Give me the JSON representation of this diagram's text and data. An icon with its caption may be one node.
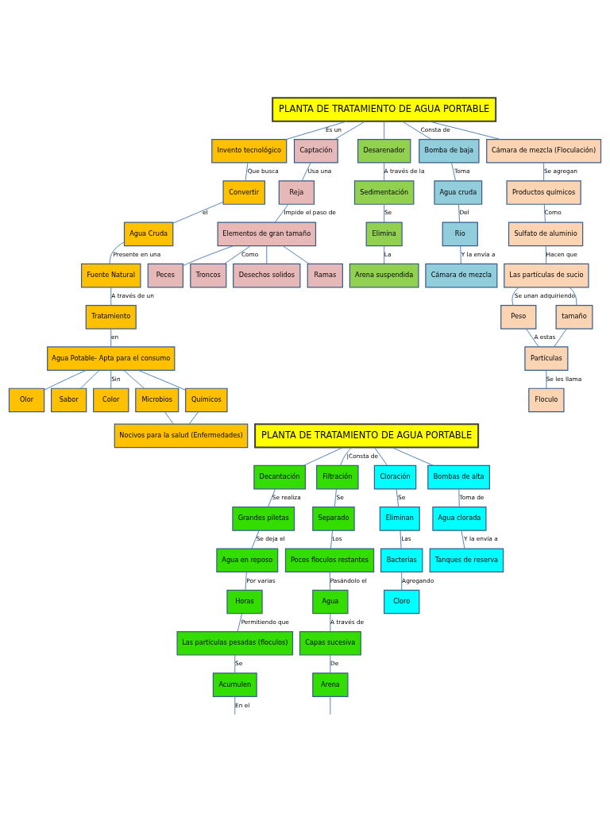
{
  "diagram": {
    "nodes": [
      {
        "text": [
          "PLANTA DE TRATAMIENTO DE AGUA PORTABLE"
        ]
      },
      {
        "text": [
          "Invento tecnológico"
        ]
      },
      {
        "text": [
          "Convertir"
        ]
      },
      {
        "text": [
          "Agua Cruda"
        ]
      },
      {
        "text": [
          "Fuente Natural"
        ]
      },
      {
        "text": [
          "Tratamiento"
        ]
      },
      {
        "text": [
          "Agua Potable- Apta para el consumo"
        ]
      },
      {
        "text": [
          "Olor"
        ]
      },
      {
        "text": [
          "Sabor"
        ]
      },
      {
        "text": [
          "Color"
        ]
      },
      {
        "text": [
          "Microbios"
        ]
      },
      {
        "text": [
          "Químicos"
        ]
      },
      {
        "text": [
          "Nocivos para la salud (Enfermedades)"
        ]
      },
      {
        "text": [
          "Captación"
        ]
      },
      {
        "text": [
          "Reja"
        ]
      },
      {
        "text": [
          "Elementos de gran tamaño"
        ]
      },
      {
        "text": [
          "Peces"
        ]
      },
      {
        "text": [
          "Troncos"
        ]
      },
      {
        "text": [
          "Desechos solidos"
        ]
      },
      {
        "text": [
          "Ramas"
        ]
      },
      {
        "text": [
          "Desarenador"
        ]
      },
      {
        "text": [
          "Sedimentación"
        ]
      },
      {
        "text": [
          "Elimina"
        ]
      },
      {
        "text": [
          "Arena suspendida"
        ]
      },
      {
        "text": [
          "Bomba de baja"
        ]
      },
      {
        "text": [
          "Agua cruda"
        ]
      },
      {
        "text": [
          "Rio"
        ]
      },
      {
        "text": [
          "Cámara de mezcla"
        ]
      },
      {
        "text": [
          "Cámara de mezcla (Floculación)"
        ]
      },
      {
        "text": [
          "Productos químicos"
        ]
      },
      {
        "text": [
          "Sulfato de aluminio"
        ]
      },
      {
        "text": [
          "Las partículas de sucio"
        ]
      },
      {
        "text": [
          "Peso"
        ]
      },
      {
        "text": [
          "tamaño"
        ]
      },
      {
        "text": [
          "Partículas"
        ]
      },
      {
        "text": [
          "Floculo"
        ]
      },
      {
        "text": [
          "PLANTA DE TRATAMIENTO DE AGUA PORTABLE"
        ]
      },
      {
        "text": [
          "Decantación"
        ]
      },
      {
        "text": [
          "Grandes piletas"
        ]
      },
      {
        "text": [
          "Agua en reposo"
        ]
      },
      {
        "text": [
          "Horas"
        ]
      },
      {
        "text": [
          "Las partículas pesadas (floculos)"
        ]
      },
      {
        "text": [
          "Acumulen"
        ]
      },
      {
        "text": [
          "Filtración"
        ]
      },
      {
        "text": [
          "Separado"
        ]
      },
      {
        "text": [
          "Pocos floculos restantes"
        ]
      },
      {
        "text": [
          "Agua"
        ]
      },
      {
        "text": [
          "Capas sucesiva"
        ]
      },
      {
        "text": [
          "Arena"
        ]
      },
      {
        "text": [
          "Cloración"
        ]
      },
      {
        "text": [
          "Eliminan"
        ]
      },
      {
        "text": [
          "Bacterias"
        ]
      },
      {
        "text": [
          "Cloro"
        ]
      },
      {
        "text": [
          "Bombas de alta"
        ]
      },
      {
        "text": [
          "Agua clorada"
        ]
      },
      {
        "text": [
          "Tanques de reserva"
        ]
      }
    ],
    "edges": [
      {
        "from": 0,
        "to": 1,
        "arrow": "none",
        "label": "Es un"
      },
      {
        "from": 1,
        "to": 2,
        "arrow": "none",
        "label": "Que busca"
      },
      {
        "from": 2,
        "to": 3,
        "arrow": "none",
        "label": "el"
      },
      {
        "from": 3,
        "to": 4,
        "arrow": "none",
        "label": "Presente en una"
      },
      {
        "from": 4,
        "to": 5,
        "arrow": "none",
        "label": "A través de un"
      },
      {
        "from": 5,
        "to": 6,
        "arrow": "none",
        "label": "en"
      },
      {
        "from": 6,
        "to": 7,
        "arrow": "none"
      },
      {
        "from": 6,
        "to": 8,
        "arrow": "none"
      },
      {
        "from": 6,
        "to": 9,
        "arrow": "none",
        "label": "Sin"
      },
      {
        "from": 6,
        "to": 10,
        "arrow": "none"
      },
      {
        "from": 6,
        "to": 11,
        "arrow": "none"
      },
      {
        "from": 10,
        "to": 12,
        "arrow": "none"
      },
      {
        "from": 11,
        "to": 12,
        "arrow": "none"
      },
      {
        "from": 0,
        "to": 13,
        "arrow": "none"
      },
      {
        "from": 0,
        "to": 20,
        "arrow": "none"
      },
      {
        "from": 0,
        "to": 24,
        "arrow": "none",
        "label": "Consta de"
      },
      {
        "from": 0,
        "to": 28,
        "arrow": "none"
      },
      {
        "from": 13,
        "to": 14,
        "arrow": "none",
        "label": "Usa una"
      },
      {
        "from": 14,
        "to": 15,
        "arrow": "none",
        "label": "Impide el paso de"
      },
      {
        "from": 15,
        "to": 16,
        "arrow": "none"
      },
      {
        "from": 15,
        "to": 17,
        "arrow": "none",
        "label": "Como"
      },
      {
        "from": 15,
        "to": 18,
        "arrow": "none"
      },
      {
        "from": 15,
        "to": 19,
        "arrow": "none"
      },
      {
        "from": 20,
        "to": 21,
        "arrow": "none",
        "label": "A través de la"
      },
      {
        "from": 21,
        "to": 22,
        "arrow": "none",
        "label": "Se"
      },
      {
        "from": 22,
        "to": 23,
        "arrow": "none",
        "label": "La"
      },
      {
        "from": 24,
        "to": 25,
        "arrow": "none",
        "label": "Toma"
      },
      {
        "from": 25,
        "to": 26,
        "arrow": "none",
        "label": "Del"
      },
      {
        "from": 26,
        "to": 27,
        "arrow": "none",
        "label": "Y la envía a"
      },
      {
        "from": 28,
        "to": 29,
        "arrow": "none",
        "label": "Se agregan"
      },
      {
        "from": 29,
        "to": 30,
        "arrow": "none",
        "label": "Como"
      },
      {
        "from": 30,
        "to": 31,
        "arrow": "none",
        "label": "Hacen que"
      },
      {
        "from": 31,
        "to": 32,
        "arrow": "none",
        "label": "Se unan adquiriendo"
      },
      {
        "from": 31,
        "to": 33,
        "arrow": "none"
      },
      {
        "from": 32,
        "to": 34,
        "arrow": "none",
        "label": "A estas"
      },
      {
        "from": 33,
        "to": 34,
        "arrow": "none"
      },
      {
        "from": 34,
        "to": 35,
        "arrow": "none",
        "label": "Se les llama"
      },
      {
        "from": 36,
        "to": 37,
        "arrow": "none"
      },
      {
        "from": 36,
        "to": 43,
        "arrow": "none",
        "label": "|Consta de"
      },
      {
        "from": 36,
        "to": 49,
        "arrow": "none"
      },
      {
        "from": 36,
        "to": 53,
        "arrow": "none"
      },
      {
        "from": 37,
        "to": 38,
        "arrow": "none",
        "label": "Se realiza"
      },
      {
        "from": 38,
        "to": 39,
        "arrow": "none",
        "label": "Se deja el"
      },
      {
        "from": 39,
        "to": 40,
        "arrow": "none",
        "label": "Por varias"
      },
      {
        "from": 40,
        "to": 41,
        "arrow": "none",
        "label": "Permitiendo que"
      },
      {
        "from": 41,
        "to": 42,
        "arrow": "none",
        "label": "Se"
      },
      {
        "from": 42,
        "to": null,
        "arrow": "none",
        "label": "En el"
      },
      {
        "from": 43,
        "to": 44,
        "arrow": "none",
        "label": "Se"
      },
      {
        "from": 44,
        "to": 45,
        "arrow": "none",
        "label": "Los"
      },
      {
        "from": 45,
        "to": 46,
        "arrow": "none",
        "label": "Pasándolo el"
      },
      {
        "from": 46,
        "to": 47,
        "arrow": "none",
        "label": "A través de"
      },
      {
        "from": 47,
        "to": 48,
        "arrow": "none",
        "label": "De"
      },
      {
        "from": 48,
        "to": null,
        "arrow": "none"
      },
      {
        "from": 49,
        "to": 50,
        "arrow": "none",
        "label": "Se"
      },
      {
        "from": 50,
        "to": 51,
        "arrow": "none",
        "label": "Las"
      },
      {
        "from": 51,
        "to": 52,
        "arrow": "none",
        "label": "Agregando"
      },
      {
        "from": 53,
        "to": 54,
        "arrow": "none",
        "label": "Toma de"
      },
      {
        "from": 54,
        "to": 55,
        "arrow": "none",
        "label": "Y la envía a"
      }
    ]
  }
}
